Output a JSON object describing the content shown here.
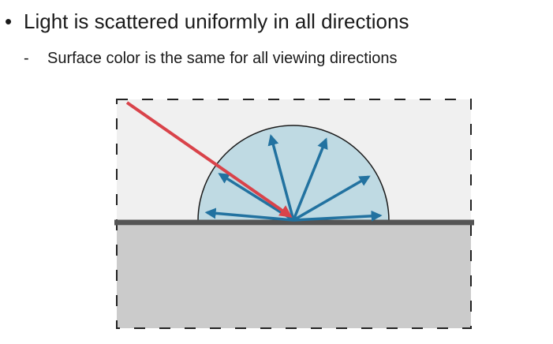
{
  "slide": {
    "bullet_marker": "•",
    "bullet_text": "Light is scattered uniformly in all directions",
    "sub_marker": "-",
    "sub_text": "Surface color is the same for all viewing directions"
  },
  "diagram": {
    "icons": {
      "frame": "dashed-frame",
      "hemisphere": "scatter-hemisphere",
      "incident": "incident-light-ray",
      "scatter": "scattered-ray"
    },
    "colors": {
      "upper_region": "#f0f0f0",
      "lower_region": "#cbcbcb",
      "surface_line": "#555555",
      "hemisphere_fill": "#bfdae3",
      "hemisphere_stroke": "#1a1a1a",
      "scattered_rays": "#2272a0",
      "incident_ray": "#d9434a",
      "frame_stroke": "#222222"
    },
    "scattered_ray_angles_deg": [
      3,
      30,
      68,
      105,
      148,
      175
    ]
  }
}
